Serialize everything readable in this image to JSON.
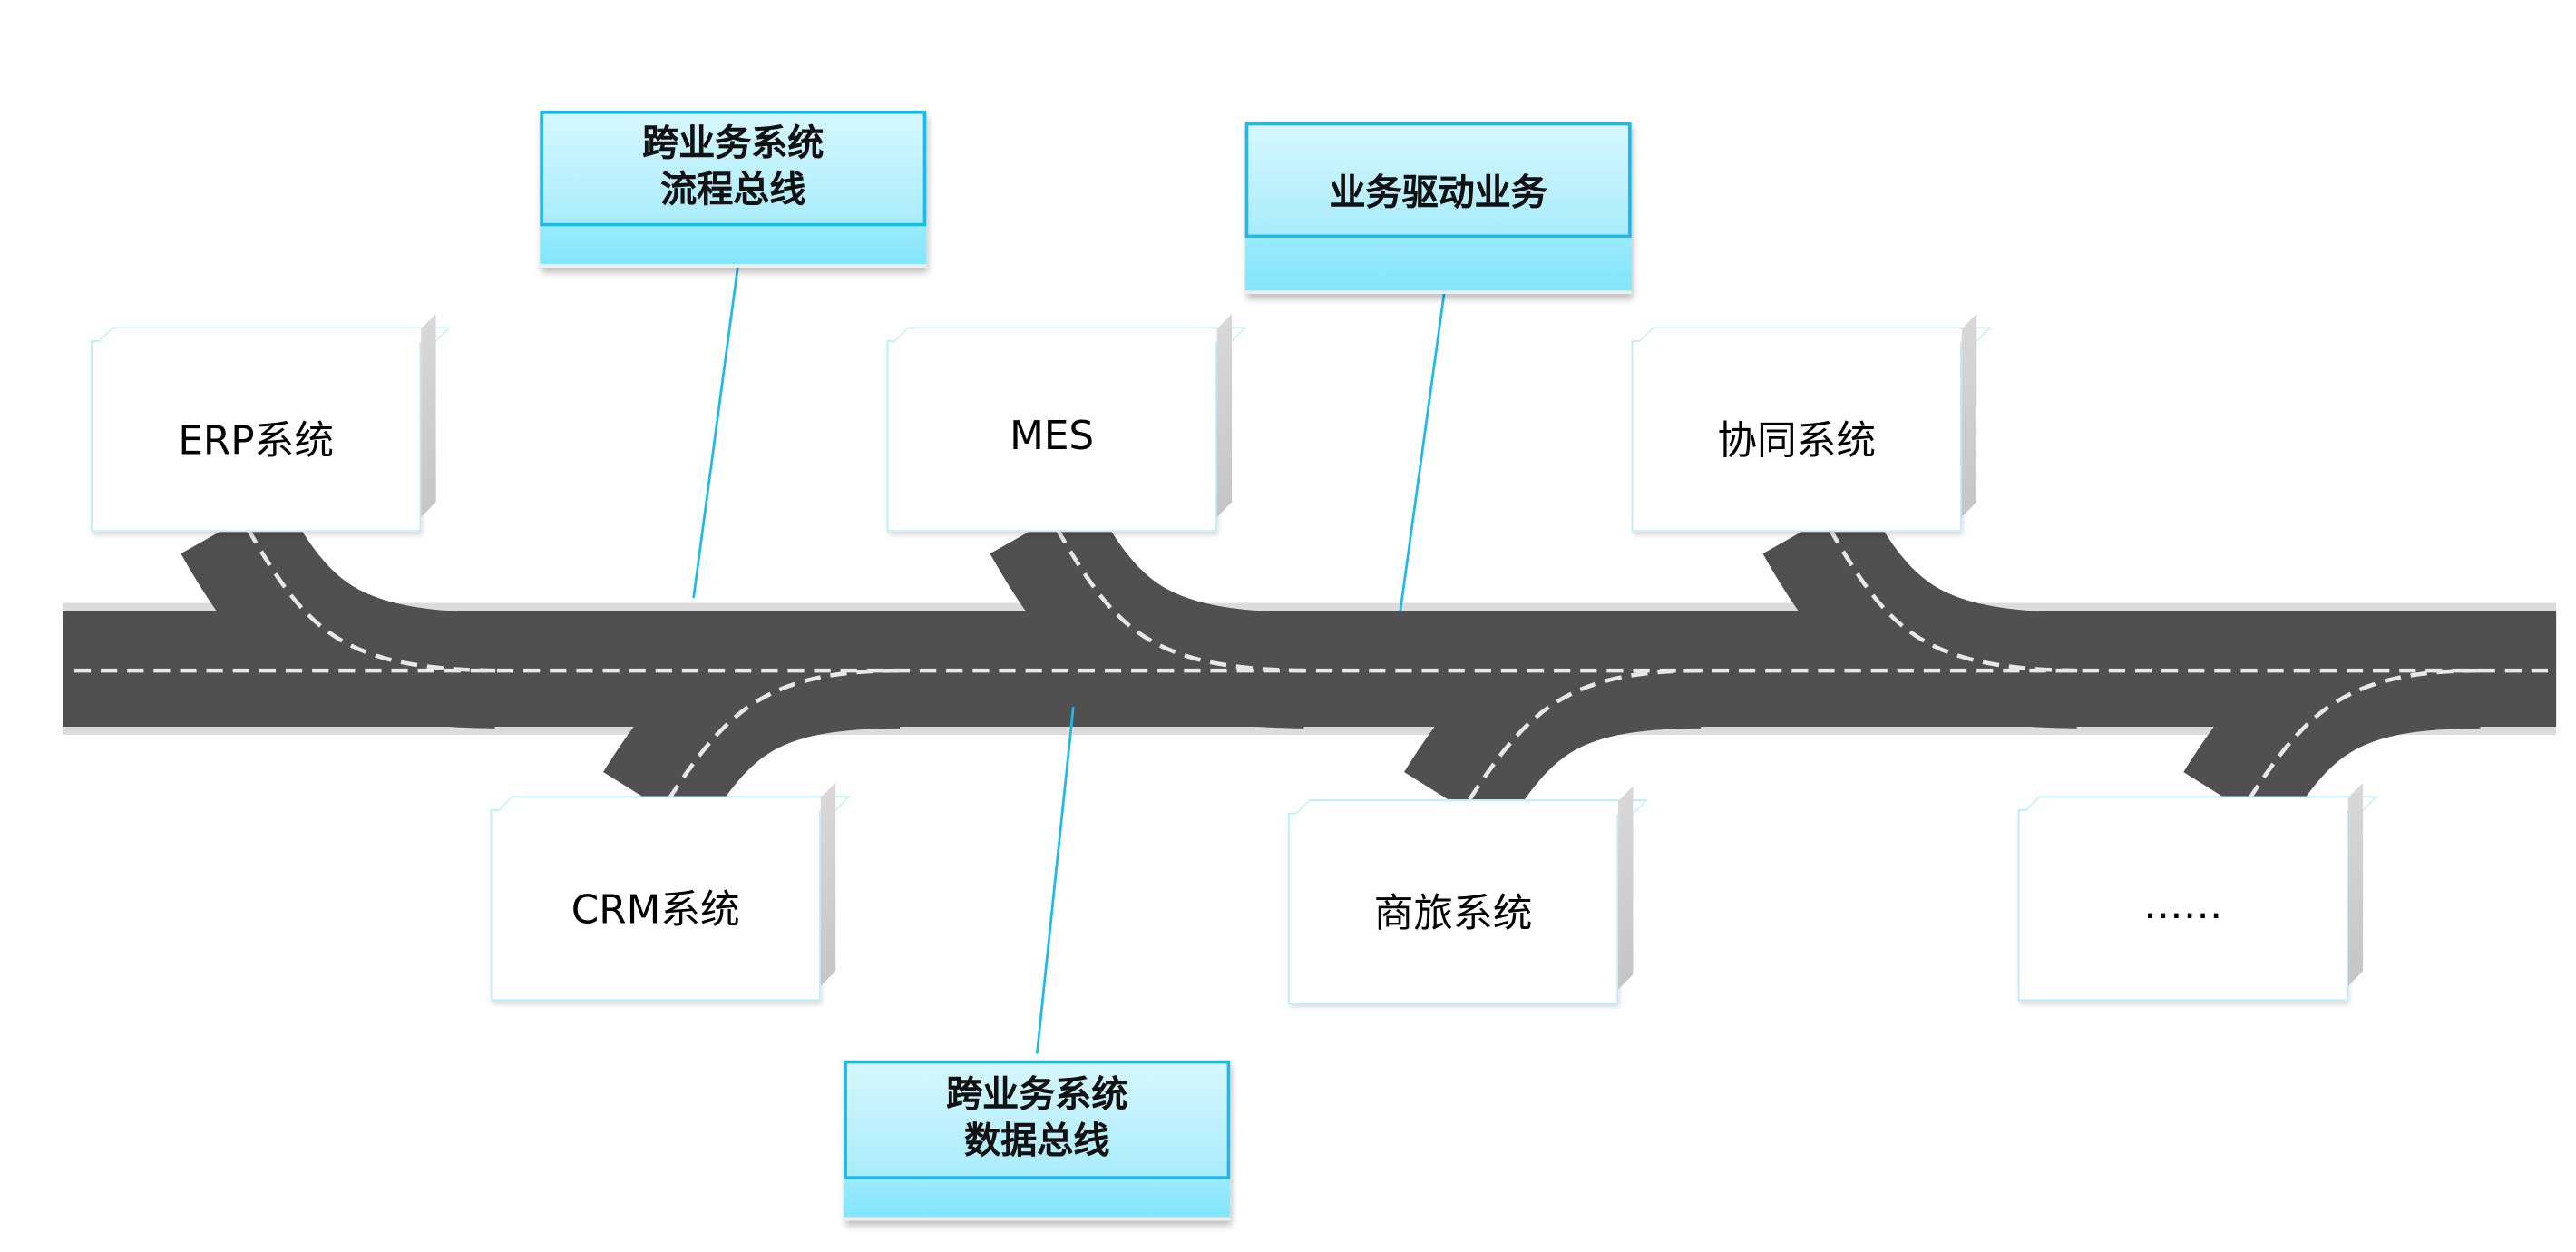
{
  "systems": {
    "erp": "ERP系统",
    "mes": "MES",
    "collab": "协同系统",
    "crm": "CRM系统",
    "travel": "商旅系统",
    "more": "……"
  },
  "callouts": {
    "process_bus": {
      "line1": "跨业务系统",
      "line2": "流程总线"
    },
    "business_drive": {
      "line1": "业务驱动业务"
    },
    "data_bus": {
      "line1": "跨业务系统",
      "line2": "数据总线"
    }
  },
  "colors": {
    "road": "#505050",
    "accent": "#1cb9ec",
    "callout_fill": "#a9ecfb"
  }
}
